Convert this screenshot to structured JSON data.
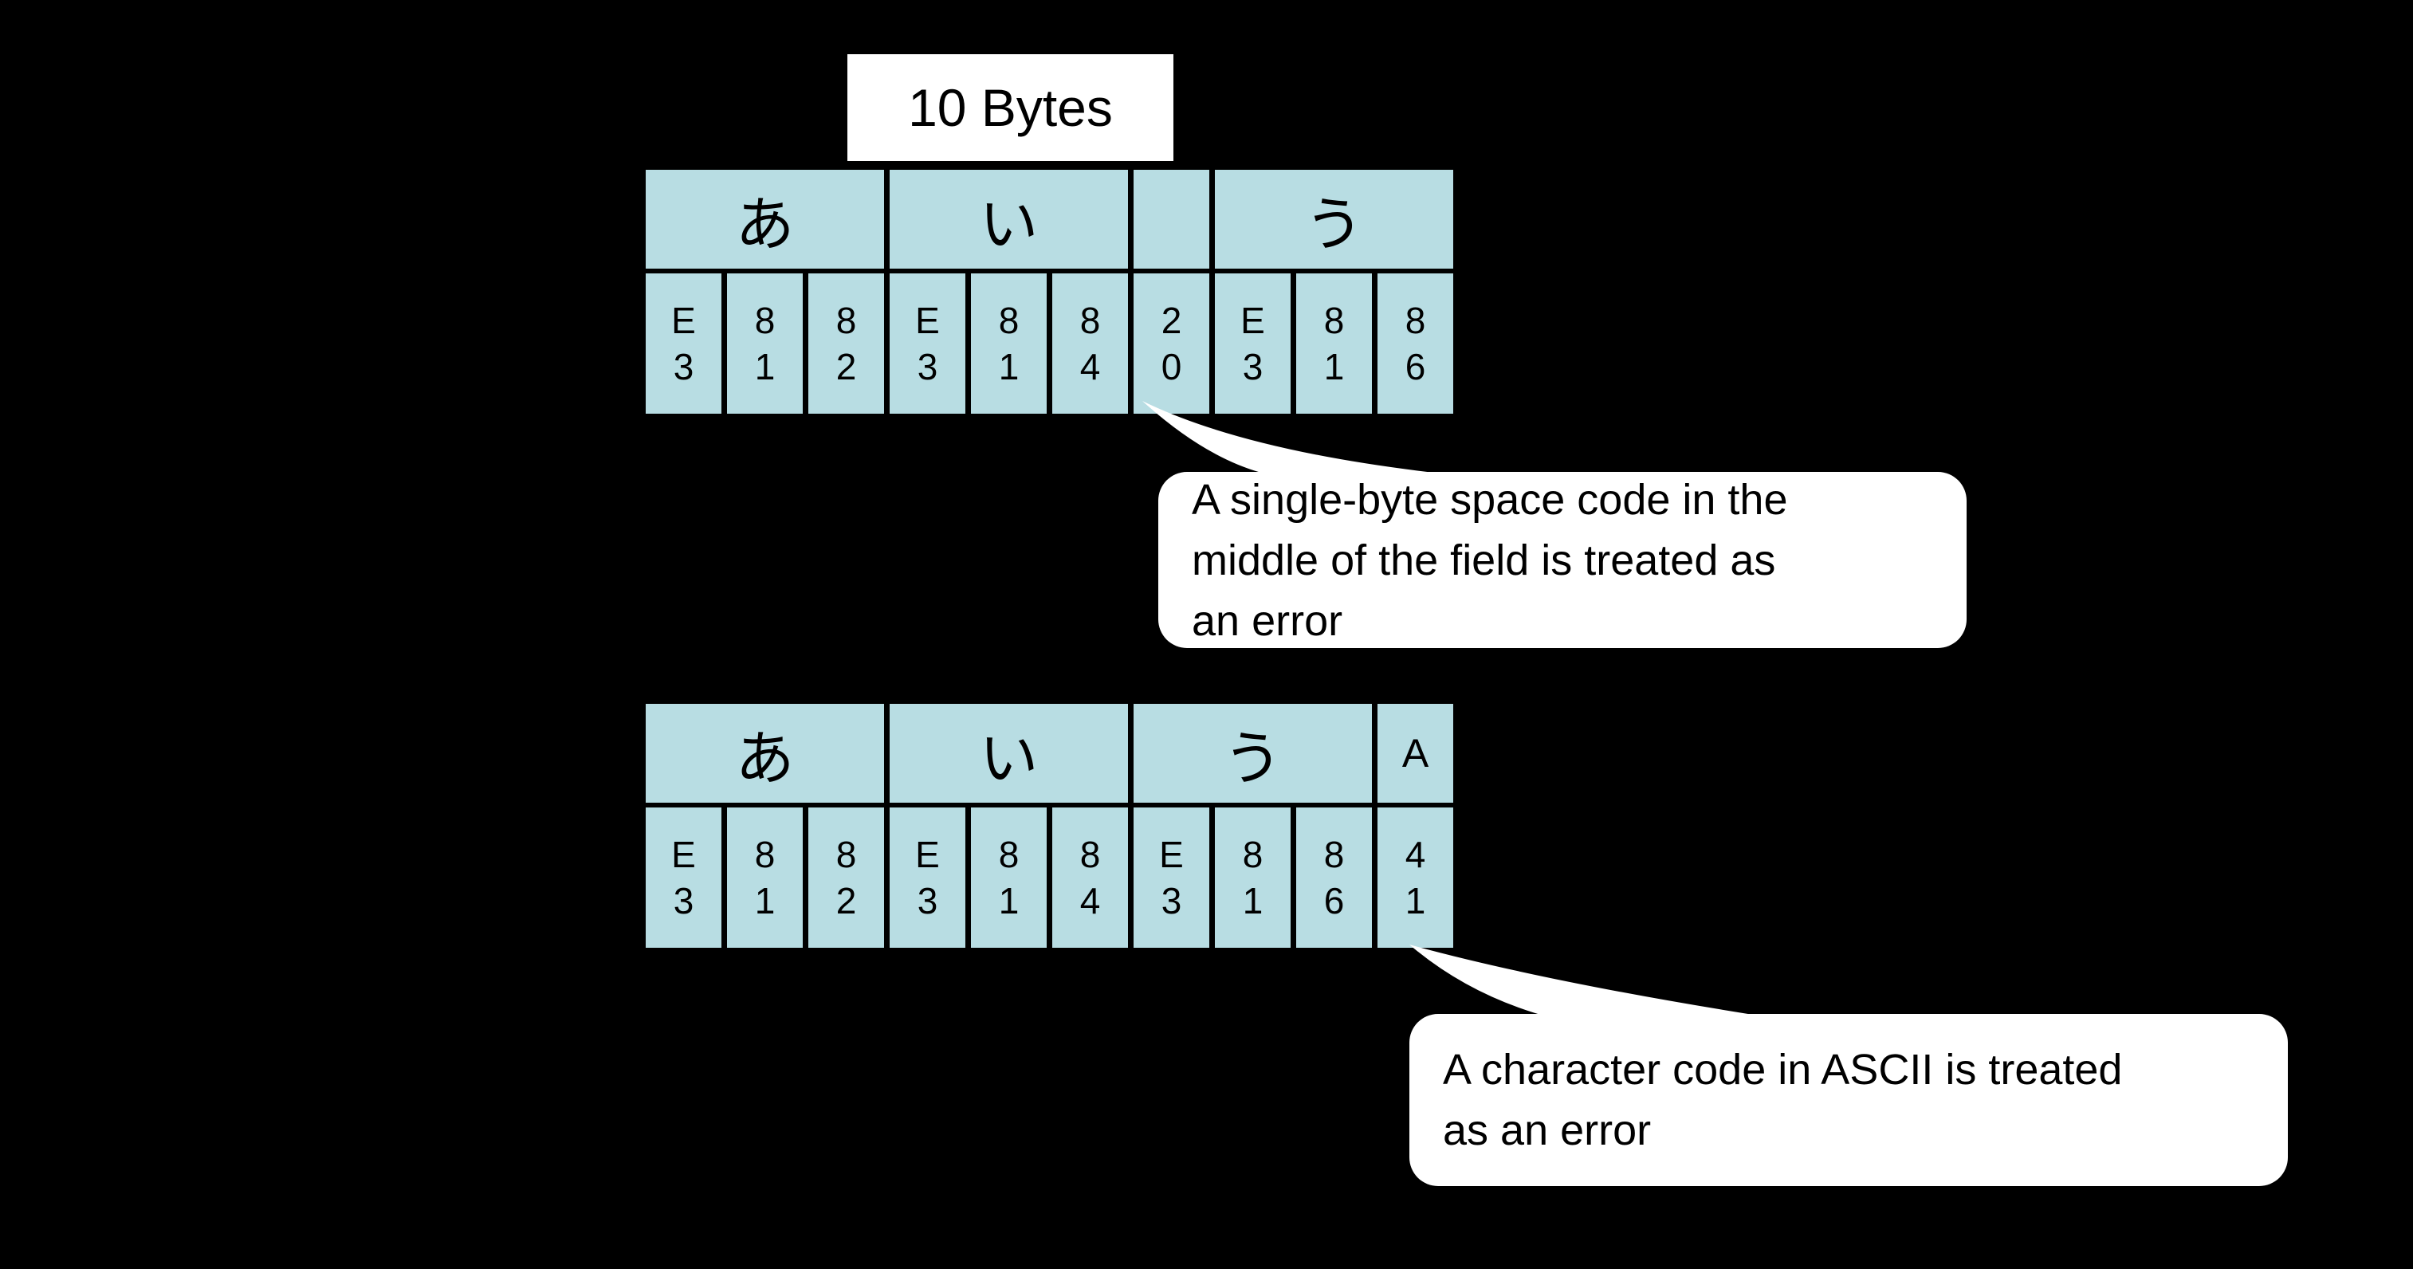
{
  "colors": {
    "background": "#000000",
    "cell_fill": "#b8dde3",
    "callout_background": "#ffffff",
    "title_background": "#ffffff",
    "text": "#000000"
  },
  "title": {
    "label": "10 Bytes"
  },
  "tables": [
    {
      "description": "field containing a single-byte space in the middle",
      "header_cells": [
        {
          "label": "あ",
          "span": 3
        },
        {
          "label": "い",
          "span": 3
        },
        {
          "label": "",
          "span": 1
        },
        {
          "label": "う",
          "span": 3
        }
      ],
      "byte_cells": [
        "E3",
        "81",
        "82",
        "E3",
        "81",
        "84",
        "20",
        "E3",
        "81",
        "86"
      ]
    },
    {
      "description": "field ending with an ASCII character code",
      "header_cells": [
        {
          "label": "あ",
          "span": 3
        },
        {
          "label": "い",
          "span": 3
        },
        {
          "label": "う",
          "span": 3
        },
        {
          "label": "A",
          "span": 1
        }
      ],
      "byte_cells": [
        "E3",
        "81",
        "82",
        "E3",
        "81",
        "84",
        "E3",
        "81",
        "86",
        "41"
      ]
    }
  ],
  "callouts": [
    {
      "lines": [
        "A single-byte space code in the",
        "middle of the field is treated as",
        "an error"
      ]
    },
    {
      "lines": [
        "A character code in ASCII is treated",
        "as an error"
      ]
    }
  ]
}
